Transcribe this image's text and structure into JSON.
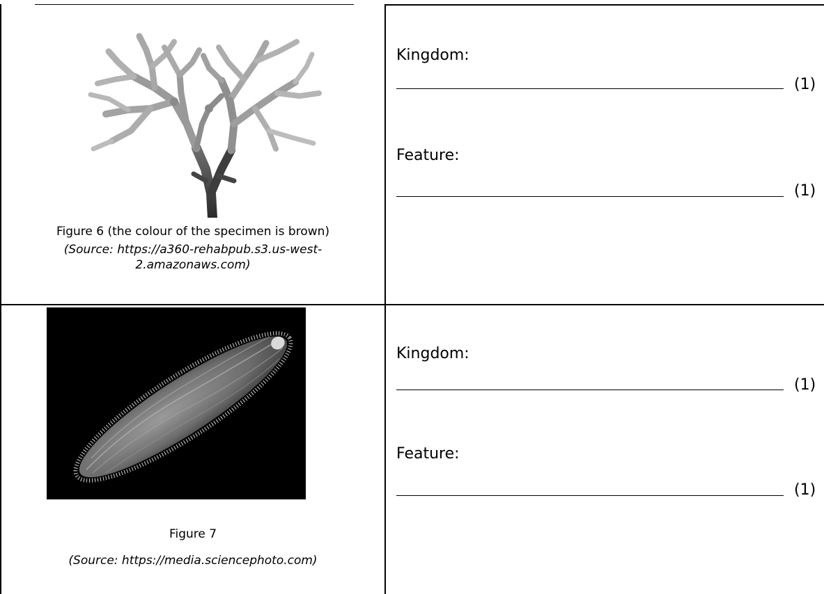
{
  "rows": [
    {
      "figure_caption": "Figure 6 (the colour of the specimen is brown)",
      "figure_source": "(Source: https://a360-rehabpub.s3.us-west-2.amazonaws.com)",
      "image": "brown seaweed specimen",
      "kingdom_label": "Kingdom:",
      "kingdom_marks": "(1)",
      "feature_label": "Feature:",
      "feature_marks": "(1)"
    },
    {
      "figure_caption": "Figure 7",
      "figure_source": "(Source: https://media.sciencephoto.com)",
      "image": "ciliated protozoan micrograph",
      "kingdom_label": "Kingdom:",
      "kingdom_marks": "(1)",
      "feature_label": "Feature:",
      "feature_marks": "(1)"
    }
  ]
}
